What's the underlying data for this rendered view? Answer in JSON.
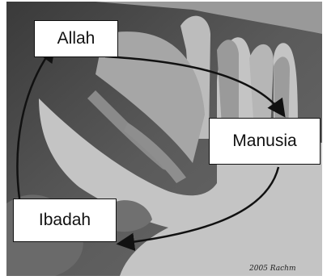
{
  "diagram": {
    "nodes": {
      "allah": "Allah",
      "manusia": "Manusia",
      "ibadah": "Ibadah"
    },
    "edges": [
      {
        "from": "Allah",
        "to": "Manusia"
      },
      {
        "from": "Manusia",
        "to": "Ibadah"
      },
      {
        "from": "Ibadah",
        "to": "Allah"
      }
    ],
    "signature": "2005 Rachm",
    "colors": {
      "background_light": "#bdbdbd",
      "background_dark": "#505050",
      "box_fill": "#ffffff",
      "arrow": "#111111"
    }
  }
}
